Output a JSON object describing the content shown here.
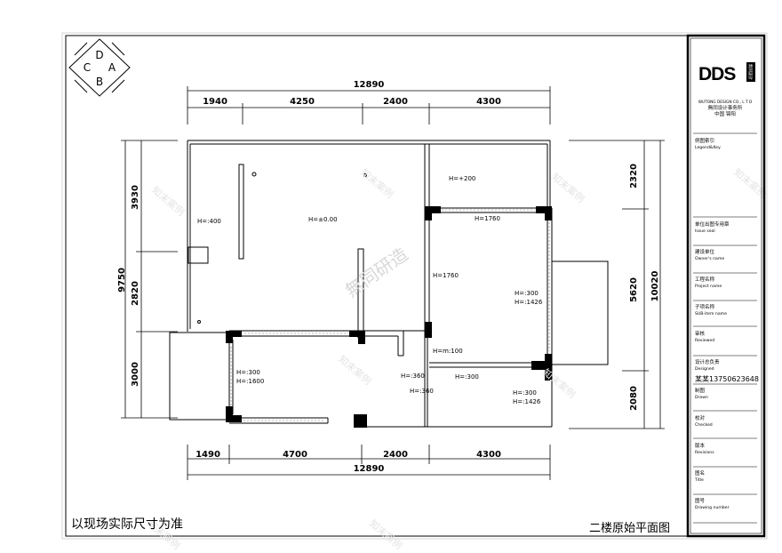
{
  "sheet": {
    "footer_note": "以现场实际尺寸为准",
    "drawing_title": "二楼原始平面图"
  },
  "compass": [
    "D",
    "A",
    "B",
    "C"
  ],
  "dimensions": {
    "top_total": "12890",
    "top_segments": [
      "1940",
      "4250",
      "2400",
      "4300"
    ],
    "bottom_total": "12890",
    "bottom_segments": [
      "1490",
      "4700",
      "2400",
      "4300"
    ],
    "left_total": "9750",
    "left_segments": [
      "3930",
      "2820",
      "3000"
    ],
    "right_total": "10020",
    "right_segments": [
      "2320",
      "5620",
      "2080"
    ]
  },
  "annotations": [
    "H=:400",
    "H=±0.00",
    "H=+200",
    "H=1760",
    "H=1760",
    "H=:300",
    "H=:1426",
    "H=m:100",
    "H=:300",
    "H=:1600",
    "H=:360",
    "H=:360",
    "H=:300",
    "H=:300",
    "H=:1426"
  ],
  "watermark": {
    "main": "無同研造",
    "small": "知末案例"
  },
  "title_block": {
    "logo": "DDS",
    "logo_side": "無同設計",
    "company_en": "WUTONG DESIGN CO., L T D",
    "company_cn": "無同设计事务所",
    "location": "中国 锦阳",
    "fields": [
      {
        "cn": "例图索引",
        "en": "Legend&Key"
      },
      {
        "cn": "单位出图专用章",
        "en": "Issue seal"
      },
      {
        "cn": "建设单位",
        "en": "Owner's name"
      },
      {
        "cn": "工程名称",
        "en": "Project name"
      },
      {
        "cn": "子项名称",
        "en": "SUB-item name"
      },
      {
        "cn": "审核",
        "en": "Reviewed"
      },
      {
        "cn": "设计总负责",
        "en": "Designed"
      },
      {
        "cn": "制图",
        "en": "Drawn"
      },
      {
        "cn": "校对",
        "en": "Checked"
      },
      {
        "cn": "版本",
        "en": "Revisions"
      },
      {
        "cn": "图名",
        "en": "Title"
      },
      {
        "cn": "图号",
        "en": "Drawing number"
      }
    ],
    "designer_value": "某某13750623648"
  }
}
